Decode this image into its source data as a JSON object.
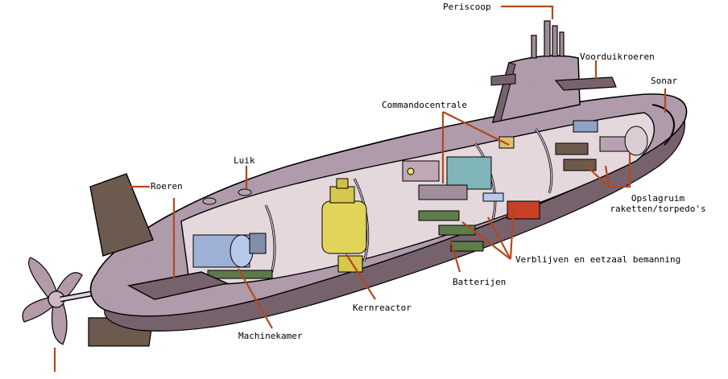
{
  "labels": {
    "periscoop": "Periscoop",
    "voorduikroeren": "Voorduikroeren",
    "sonar": "Sonar",
    "commandocentrale": "Commandocentrale",
    "luik": "Luik",
    "roeren": "Roeren",
    "opslagruim_line1": "Opslagruim",
    "opslagruim_line2": "raketten/torpedo's",
    "verblijven": "Verblijven en eetzaal bemanning",
    "batterijen": "Batterijen",
    "kernreactor": "Kernreactor",
    "machinekamer": "Machinekamer"
  },
  "colors": {
    "hull": "#b9a3b3",
    "hull_dark": "#7d6673",
    "leader": "#b5471a",
    "fin": "#6d5b4f",
    "interior": "#e6d9de"
  }
}
